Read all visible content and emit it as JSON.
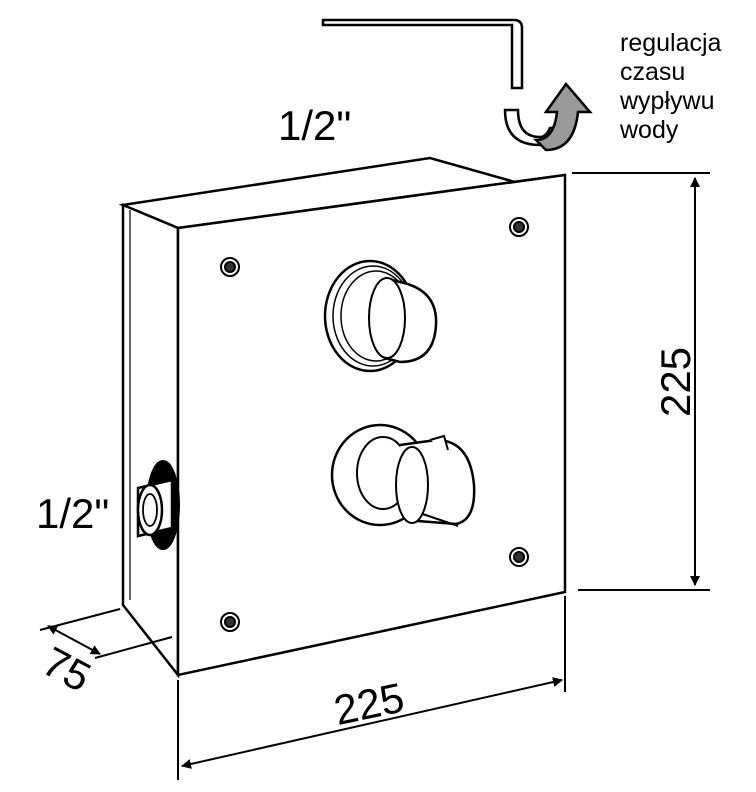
{
  "labels": {
    "top_fitting": "1/2\"",
    "side_fitting": "1/2\"",
    "note_lines": [
      "regulacja",
      "czasu",
      "wypływu",
      "wody"
    ]
  },
  "dimensions": {
    "width": "225",
    "height": "225",
    "depth": "75"
  },
  "colors": {
    "line": "#000000",
    "arrow_fill": "#999999",
    "background": "#ffffff"
  }
}
